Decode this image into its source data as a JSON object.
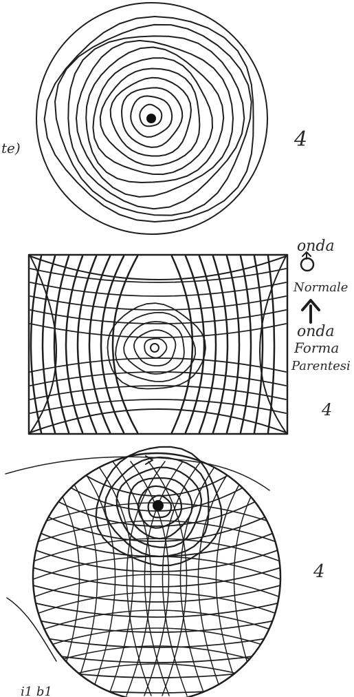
{
  "sketches": [
    {
      "id": "concentric-circle",
      "number": "4"
    },
    {
      "id": "rectangle-wave-pattern",
      "number": "4"
    },
    {
      "id": "sphere-wave-pattern",
      "number": "4"
    }
  ],
  "annotations": {
    "left_fragment": "te)",
    "onda_top": "onda",
    "normale": "Normale",
    "onda_bottom": "onda",
    "forma": "Forma",
    "parentesi": "Parentesi",
    "bottom_fragment": "i1 b1"
  },
  "colors": {
    "ink": "#1e1e1e",
    "paper": "#ffffff"
  }
}
